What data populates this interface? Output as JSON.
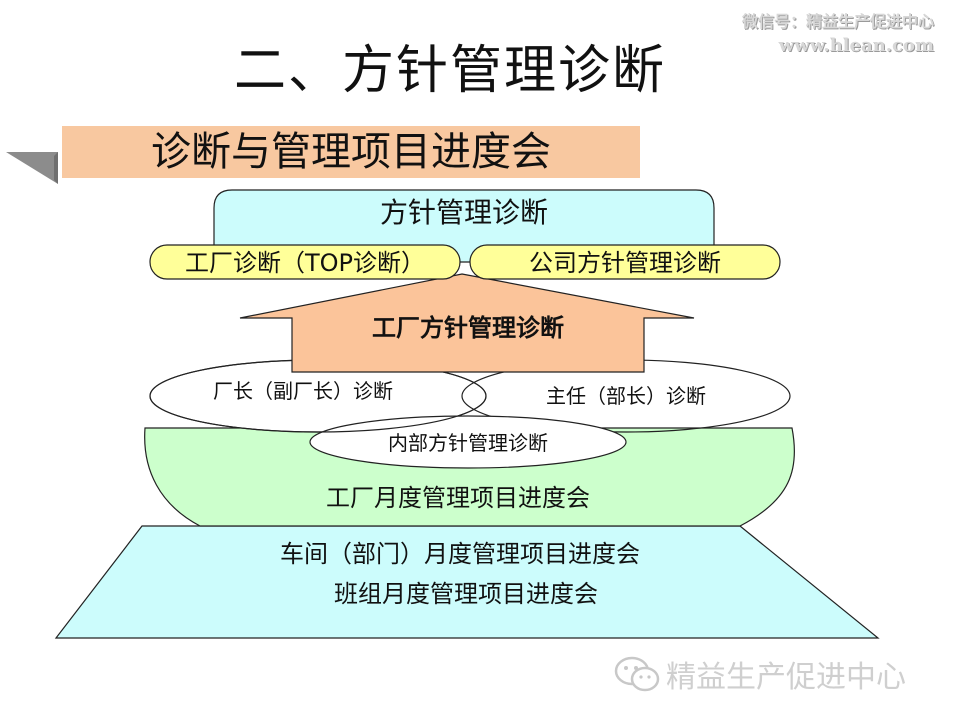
{
  "slide": {
    "title": "二、方针管理诊断",
    "subtitle": "诊断与管理项目进度会"
  },
  "diagram": {
    "top_box": "方针管理诊断",
    "pill_left": "工厂诊断（TOP诊断）",
    "pill_right": "公司方针管理诊断",
    "arrow_label": "工厂方针管理诊断",
    "ellipse_left": "厂长（副厂长）诊断",
    "ellipse_right": "主任（部长）诊断",
    "ellipse_center": "内部方针管理诊断",
    "bowl_label": "工厂月度管理项目进度会",
    "trapezoid_line1": "车间（部门）月度管理项目进度会",
    "trapezoid_line2": "班组月度管理项目进度会"
  },
  "watermark": {
    "wechat_id": "微信号：精益生产促进中心",
    "url": "www.hlean.com",
    "brand": "精益生产促进中心"
  },
  "colors": {
    "subtitle_band": "#f8c8a0",
    "top_box_fill": "#ccfcfc",
    "pill_fill": "#ffff99",
    "arrow_fill": "#fbc49a",
    "bowl_fill": "#ccffcc",
    "trapezoid_fill": "#ccfcfc",
    "accent_triangle": "#8c8c8c"
  }
}
